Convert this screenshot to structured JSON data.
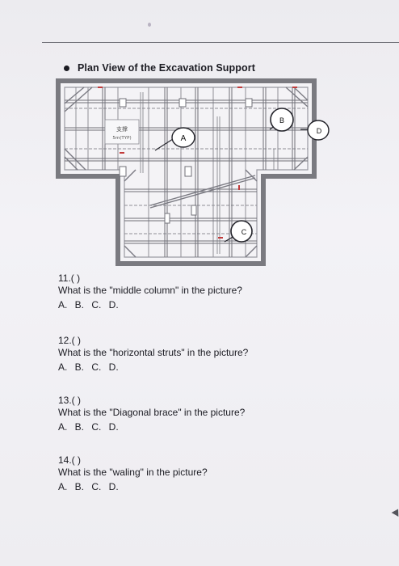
{
  "heading": "Plan View of the Excavation Support",
  "figure": {
    "labels": {
      "a": "A",
      "b": "B",
      "c": "C",
      "d": "D"
    },
    "note_line1": "支撑",
    "note_line2": "5m(TYP)"
  },
  "questions": [
    {
      "number": "11.(      )",
      "text": "What is the \"middle column\" in the picture?",
      "options": "A.  B.  C.  D."
    },
    {
      "number": "12.(      )",
      "text": "What is the \"horizontal struts\" in the picture?",
      "options": "A.  B.  C.  D."
    },
    {
      "number": "13.(      )",
      "text": "What is the \"Diagonal brace\" in the picture?",
      "options": "A.  B.  C.  D."
    },
    {
      "number": "14.(      )",
      "text": "What is the \"waling\" in the picture?",
      "options": "A.  B.  C.  D."
    }
  ]
}
